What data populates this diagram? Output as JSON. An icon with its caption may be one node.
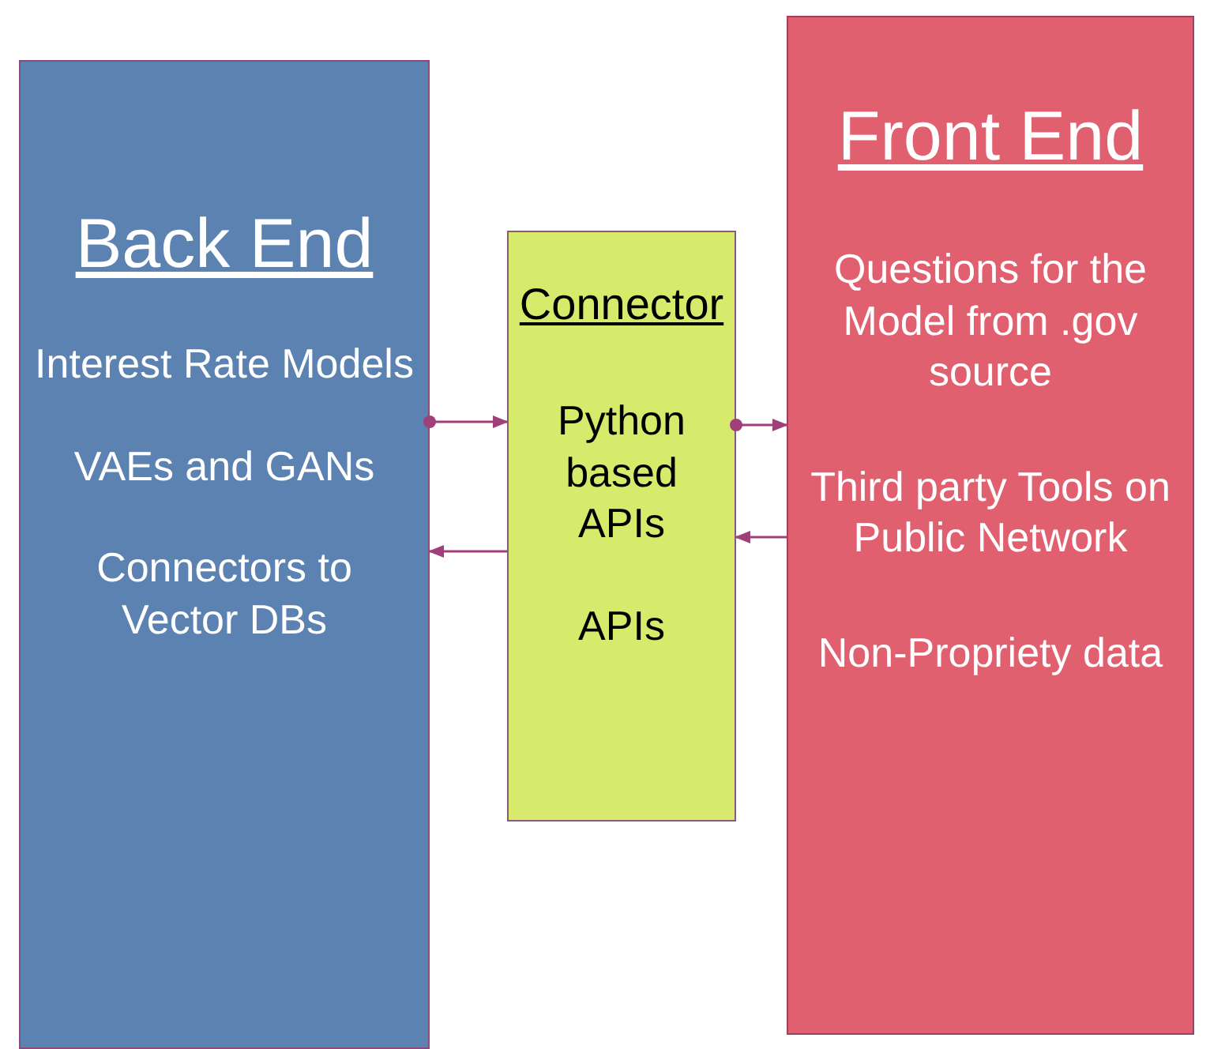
{
  "diagram": {
    "nodes": [
      {
        "text": [
          "Back End",
          "Interest Rate Models",
          "VAEs and GANs",
          "Connectors to Vector DBs"
        ]
      },
      {
        "text": [
          "Connector",
          "Python based APIs",
          "APIs"
        ]
      },
      {
        "text": [
          "Front End",
          "Questions for the Model from .gov source",
          "Third party Tools on Public Network",
          "Non-Propriety data"
        ]
      }
    ],
    "edges": [
      {
        "from": 0,
        "to": 1,
        "arrow": "to"
      },
      {
        "from": 1,
        "to": 0,
        "arrow": "to"
      },
      {
        "from": 1,
        "to": 2,
        "arrow": "to"
      },
      {
        "from": 2,
        "to": 1,
        "arrow": "to"
      }
    ]
  }
}
